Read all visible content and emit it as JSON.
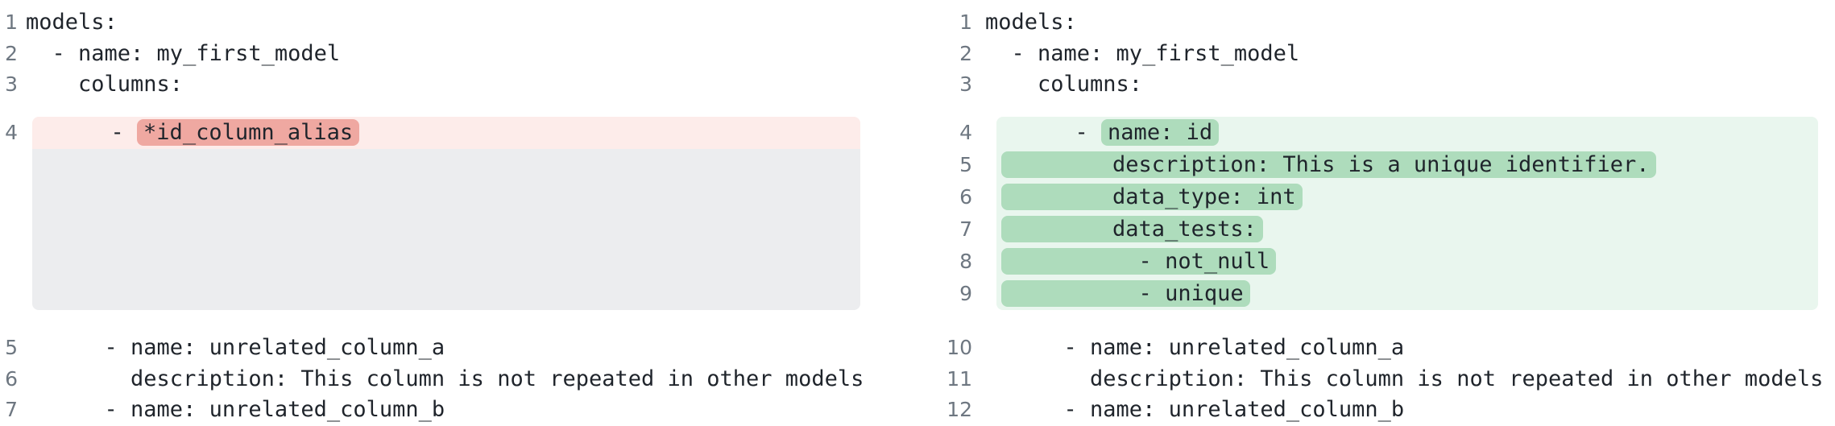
{
  "diff": {
    "colors": {
      "removed_line_bg": "#fdecea",
      "removed_token_bg": "#efa8a1",
      "added_line_bg": "#e9f6ee",
      "added_token_bg": "#aedcbc",
      "filler_bg": "#ecedef",
      "code_text": "#1f242b",
      "line_number": "#6e7781"
    },
    "left": {
      "pre_lines": [
        {
          "num": "1",
          "text": "models:"
        },
        {
          "num": "2",
          "text": "  - name: my_first_model"
        },
        {
          "num": "3",
          "text": "    columns:"
        }
      ],
      "changed": {
        "kind": "removed",
        "rows": [
          {
            "num": "4",
            "prefix": "      - ",
            "token": "*id_column_alias"
          }
        ],
        "filler_line_count": 5
      },
      "post_lines": [
        {
          "num": "5",
          "text": "      - name: unrelated_column_a"
        },
        {
          "num": "6",
          "text": "        description: This column is not repeated in other models"
        },
        {
          "num": "7",
          "text": "      - name: unrelated_column_b"
        }
      ]
    },
    "right": {
      "pre_lines": [
        {
          "num": "1",
          "text": "models:"
        },
        {
          "num": "2",
          "text": "  - name: my_first_model"
        },
        {
          "num": "3",
          "text": "    columns:"
        }
      ],
      "changed": {
        "kind": "added",
        "rows": [
          {
            "num": "4",
            "prefix": "      - ",
            "token": "name: id"
          },
          {
            "num": "5",
            "prefix": "",
            "token": "        description: This is a unique identifier."
          },
          {
            "num": "6",
            "prefix": "",
            "token": "        data_type: int"
          },
          {
            "num": "7",
            "prefix": "",
            "token": "        data_tests:"
          },
          {
            "num": "8",
            "prefix": "",
            "token": "          - not_null"
          },
          {
            "num": "9",
            "prefix": "",
            "token": "          - unique"
          }
        ],
        "filler_line_count": 0
      },
      "post_lines": [
        {
          "num": "10",
          "text": "      - name: unrelated_column_a"
        },
        {
          "num": "11",
          "text": "        description: This column is not repeated in other models"
        },
        {
          "num": "12",
          "text": "      - name: unrelated_column_b"
        }
      ]
    }
  }
}
